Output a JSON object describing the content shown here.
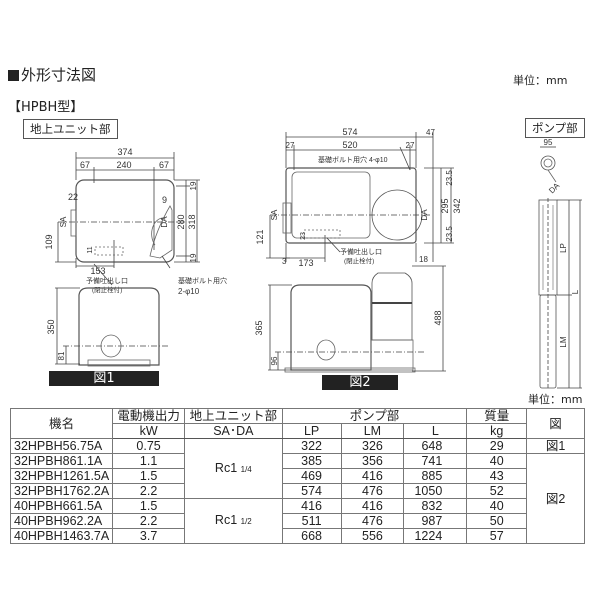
{
  "header": {
    "section_title": "外形寸法図",
    "unit_label": "単位：mm",
    "model_series": "【HPBH型】"
  },
  "diagrams": {
    "ground_unit_label": "地上ユニット部",
    "pump_label": "ポンプ部",
    "fig1_label": "図1",
    "fig2_label": "図2",
    "fig1_top": {
      "width_total": "374",
      "width_left": "67",
      "width_mid": "240",
      "width_right": "67",
      "depth_total": "318",
      "depth_mid": "280",
      "depth_top": "19",
      "depth_bottom": "19",
      "dim_22": "22",
      "dim_9": "9",
      "dim_109": "109",
      "dim_153": "153",
      "dim_11": "11",
      "sa_label": "SA",
      "da_label": "DA",
      "bolt_note": "基礎ボルト用穴",
      "bolt_spec": "2-φ10",
      "outlet_note": "予備吐出し口",
      "outlet_sub": "(閉止栓付)"
    },
    "fig1_front": {
      "height": "350",
      "height_axis": "81"
    },
    "fig2_top": {
      "width_total": "574",
      "width_extra": "47",
      "width_left": "27",
      "width_mid": "520",
      "width_right": "27",
      "bolt_note": "基礎ボルト用穴 4-φ10",
      "depth_total": "342",
      "depth_mid": "295",
      "depth_top": "23.5",
      "depth_bottom": "23.5",
      "dim_121": "121",
      "dim_23": "23",
      "dim_3": "3",
      "dim_173": "173",
      "dim_18": "18",
      "sa_label": "SA",
      "da_label": "DA",
      "outlet_note": "予備吐出し口",
      "outlet_sub": "(閉止栓付)"
    },
    "fig2_front": {
      "height_unit": "365",
      "height_total": "488",
      "height_axis": "96"
    },
    "pump": {
      "diameter": "95",
      "da_label": "DA",
      "lp_label": "LP",
      "l_label": "L",
      "lm_label": "LM"
    },
    "unit_label_bottom": "単位：mm"
  },
  "table": {
    "headers": {
      "model": "機名",
      "motor_output": "電動機出力",
      "motor_unit": "kW",
      "ground_unit": "地上ユニット部",
      "ground_sub": "SA･DA",
      "pump": "ポンプ部",
      "lp": "LP",
      "lm": "LM",
      "l": "L",
      "mass": "質量",
      "mass_unit": "kg",
      "figure": "図"
    },
    "rows": [
      {
        "model": "32HPBH56.75A",
        "kw": "0.75",
        "lp": "322",
        "lm": "326",
        "l": "648",
        "kg": "29"
      },
      {
        "model": "32HPBH861.1A",
        "kw": "1.1",
        "lp": "385",
        "lm": "356",
        "l": "741",
        "kg": "40"
      },
      {
        "model": "32HPBH1261.5A",
        "kw": "1.5",
        "lp": "469",
        "lm": "416",
        "l": "885",
        "kg": "43"
      },
      {
        "model": "32HPBH1762.2A",
        "kw": "2.2",
        "lp": "574",
        "lm": "476",
        "l": "1050",
        "kg": "52"
      },
      {
        "model": "40HPBH661.5A",
        "kw": "1.5",
        "lp": "416",
        "lm": "416",
        "l": "832",
        "kg": "40"
      },
      {
        "model": "40HPBH962.2A",
        "kw": "2.2",
        "lp": "511",
        "lm": "476",
        "l": "987",
        "kg": "50"
      },
      {
        "model": "40HPBH1463.7A",
        "kw": "3.7",
        "lp": "668",
        "lm": "556",
        "l": "1224",
        "kg": "57"
      }
    ],
    "connection_groups": [
      {
        "main": "Rc1 ",
        "frac": "1/4"
      },
      {
        "main": "Rc1 ",
        "frac": "1/2"
      }
    ],
    "figure_groups": [
      "図1",
      "図2"
    ]
  }
}
